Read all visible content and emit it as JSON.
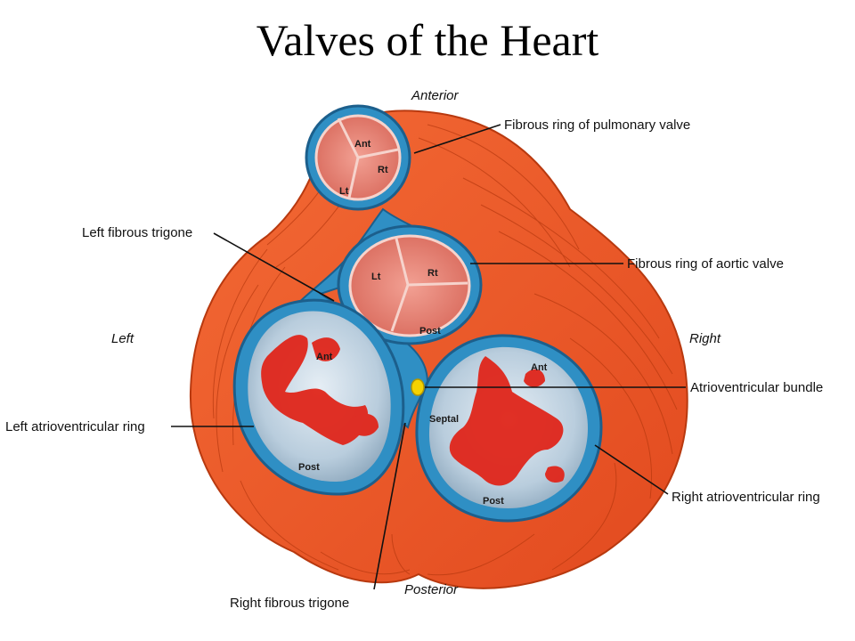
{
  "title": "Valves of the Heart",
  "orientation": {
    "anterior": "Anterior",
    "posterior": "Posterior",
    "left": "Left",
    "right": "Right"
  },
  "labels": {
    "pulmonary_ring": "Fibrous ring of pulmonary valve",
    "left_trigone": "Left fibrous trigone",
    "aortic_ring": "Fibrous ring of aortic valve",
    "av_bundle": "Atrioventricular bundle",
    "left_av_ring": "Left atrioventricular ring",
    "right_av_ring": "Right atrioventricular ring",
    "right_trigone": "Right fibrous trigone"
  },
  "cusps": {
    "pulmonary": {
      "ant": "Ant",
      "rt": "Rt",
      "lt": "Lt"
    },
    "aortic": {
      "lt": "Lt",
      "rt": "Rt",
      "post": "Post"
    },
    "mitral": {
      "ant": "Ant",
      "post": "Post"
    },
    "tricuspid": {
      "ant": "Ant",
      "septal": "Septal",
      "post": "Post"
    }
  },
  "colors": {
    "muscle": "#f0572a",
    "muscle_dark": "#c63a14",
    "fibrous": "#2f8fc4",
    "fibrous_dark": "#1c5f8c",
    "cusp": "#e88073",
    "leaflet": "#e0261b",
    "orifice": "#c7d7e4",
    "bundle": "#f5d200"
  }
}
